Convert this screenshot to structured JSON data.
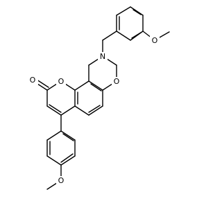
{
  "molecule": {
    "atoms": {
      "o_methoxy_top": "O",
      "n_ring": "N",
      "o_ring": "O",
      "o_pyranone": "O",
      "o_carbonyl": "O",
      "o_methoxy_bottom": "O"
    }
  }
}
